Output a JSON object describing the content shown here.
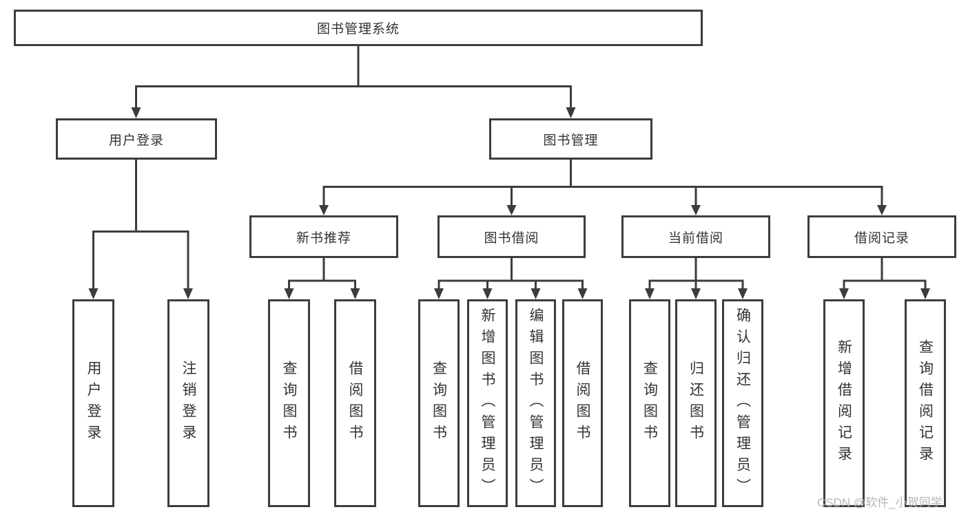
{
  "root": "图书管理系统",
  "modules": [
    "用户登录",
    "图书管理"
  ],
  "submodules": [
    "新书推荐",
    "图书借阅",
    "当前借阅",
    "借阅记录"
  ],
  "functions": {
    "user_login": [
      "用户登录",
      "注销登录"
    ],
    "new_book_rec": [
      "查询图书",
      "借阅图书"
    ],
    "book_borrow": [
      "查询图书",
      "新增图书（管理员）",
      "编辑图书（管理员）",
      "借阅图书"
    ],
    "current_borrow": [
      "查询图书",
      "归还图书",
      "确认归还（管理员）"
    ],
    "borrow_records": [
      "新增借阅记录",
      "查询借阅记录"
    ]
  },
  "watermark": "CSDN @软件_小贺同学",
  "colors": {
    "line": "#3c3c3c",
    "box_border": "#3c3c3c",
    "text": "#333333",
    "watermark": "#b7b7b7",
    "background": "#ffffff"
  }
}
